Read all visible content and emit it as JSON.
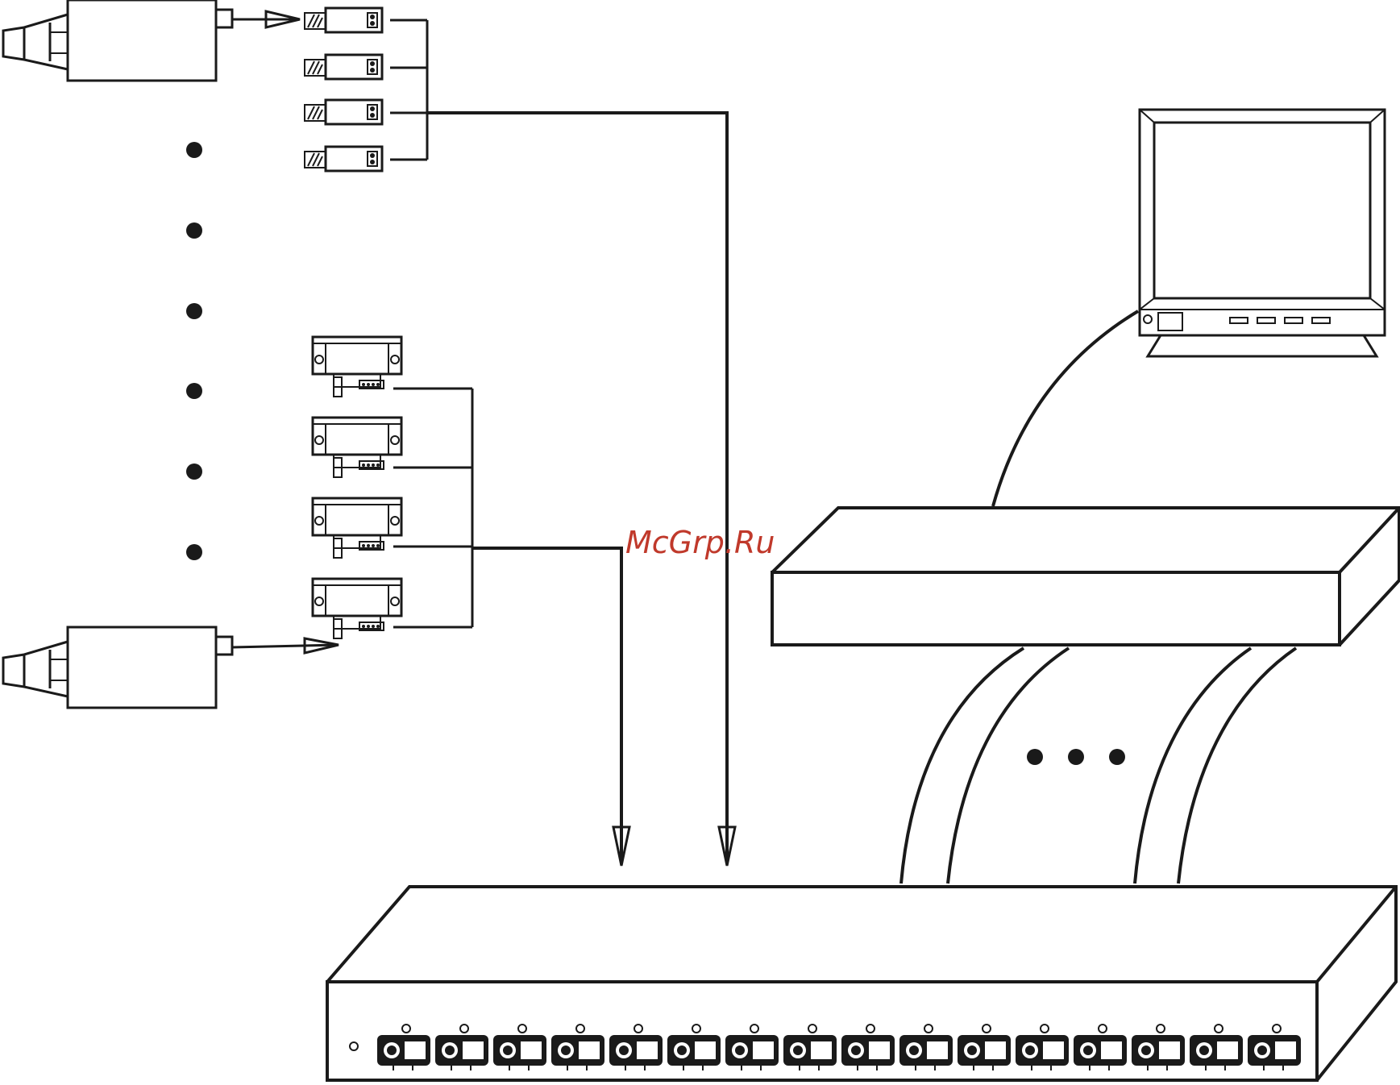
{
  "watermark": {
    "text": "McGrp.Ru",
    "color": "#c0392b"
  },
  "line_color": "#1a1a1a",
  "background": "#ffffff",
  "icons": {
    "camera": "cctv-camera-icon",
    "passive_transceiver": "bnc-passive-balun-icon",
    "active_transceiver": "active-video-balun-icon",
    "monitor": "monitor-icon",
    "receiver_hub": "multi-channel-receiver-hub-icon",
    "recorder": "dvr-icon"
  },
  "counts": {
    "cameras": 2,
    "passive_transceivers": 4,
    "active_transceivers": 4,
    "hub_ports": 16,
    "camera_gap_dots": 6,
    "cable_gap_dots": 3
  }
}
